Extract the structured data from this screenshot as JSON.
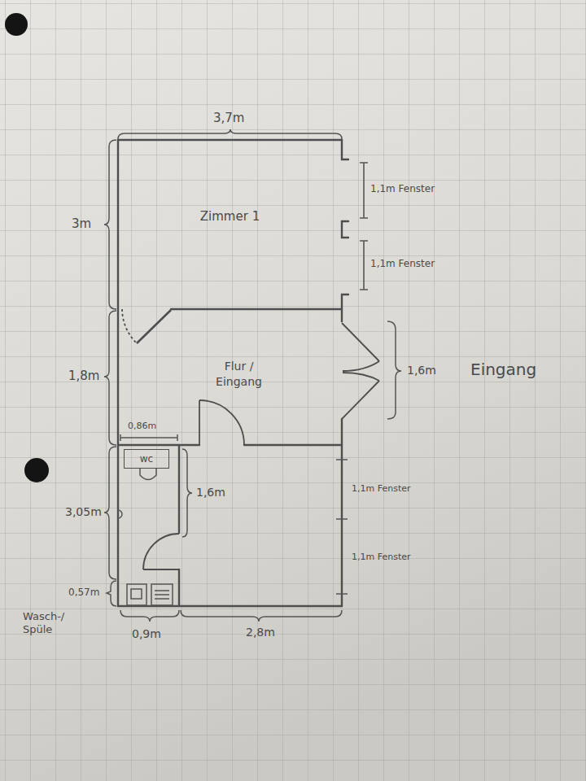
{
  "diagram": {
    "nodes": [
      {
        "text": [
          "Zimmer 1"
        ]
      },
      {
        "text": [
          "Flur / Eingang"
        ]
      },
      {
        "text": [
          "wc"
        ]
      }
    ],
    "labels": [
      "3,7m",
      "1,1m Fenster",
      "1,1m Fenster",
      "3m",
      "1,8m",
      "1,6m",
      "Eingang",
      "0,86m",
      "1,6m",
      "3,05m",
      "1,1m Fenster",
      "1,1m Fenster",
      "0,57m",
      "Wasch-/ Spüle",
      "0,9m",
      "2,8m"
    ]
  }
}
